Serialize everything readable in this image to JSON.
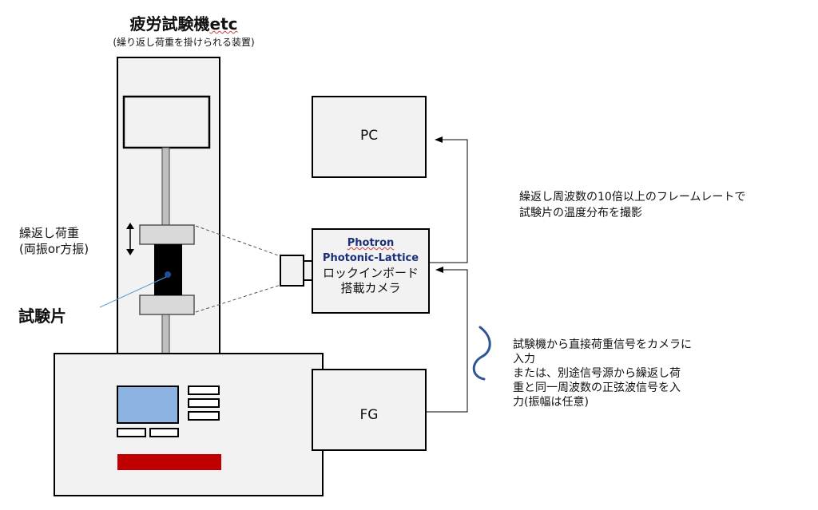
{
  "title": "疲労試験機",
  "title_suffix": "etc",
  "subtitle": "(繰り返し荷重を掛けられる装置)",
  "load_label_line1": "繰返し荷重",
  "load_label_line2": "(両振or方振)",
  "specimen_label": "試験片",
  "pc_label": "PC",
  "fg_label": "FG",
  "camera": {
    "brand_line1": "Photron",
    "brand_line2": "Photonic-Lattice",
    "desc_line1": "ロックインボード",
    "desc_line2": "搭載カメラ"
  },
  "note_framerate": {
    "line1": "繰返し周波数の10倍以上のフレームレートで",
    "line2": "試験片の温度分布を撮影"
  },
  "note_signal": {
    "line1": "試験機から直接荷重信号をカメラに",
    "line2": "入力",
    "line3": "または、別途信号源から繰返し荷",
    "line4": "重と同一周波数の正弦波信号を入",
    "line5": "力(振幅は任意)"
  },
  "colors": {
    "stroke": "#000000",
    "box_fill": "#f2f2f2",
    "screen": "#8db3e2",
    "red_bar": "#c00000",
    "wave": "#2f5597",
    "brand_text": "#1b2f78"
  }
}
